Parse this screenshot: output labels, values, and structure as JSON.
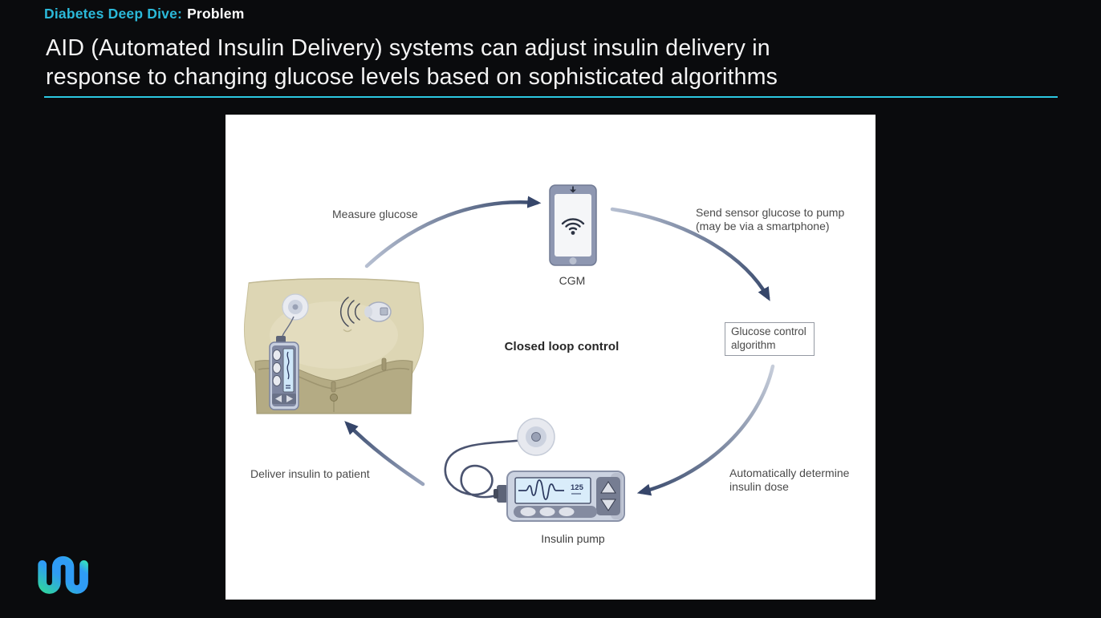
{
  "header": {
    "kicker_highlight": "Diabetes Deep Dive:",
    "kicker_rest": "Problem",
    "title_line1": "AID (Automated Insulin Delivery) systems can adjust insulin delivery in",
    "title_line2": "response to changing glucose levels based on sophisticated algorithms"
  },
  "colors": {
    "accent_cyan": "#2cc8e2",
    "kicker_cyan": "#2bb9d9",
    "slide_background": "#0a0b0d",
    "diagram_background": "#ffffff",
    "arrow_navy": "#394a6d",
    "logo_teal": "#2fd0a6",
    "logo_blue": "#2f9cf5"
  },
  "diagram": {
    "center_label": "Closed loop control",
    "labels": {
      "measure": "Measure glucose",
      "send_line1": "Send sensor glucose to pump",
      "send_line2": "(may be via a smartphone)",
      "algorithm_line1": "Glucose control",
      "algorithm_line2": "algorithm",
      "determine_line1": "Automatically determine",
      "determine_line2": "insulin dose",
      "deliver": "Deliver insulin to patient",
      "cgm": "CGM",
      "insulin_pump": "Insulin pump"
    },
    "pump_display_value": "125"
  }
}
